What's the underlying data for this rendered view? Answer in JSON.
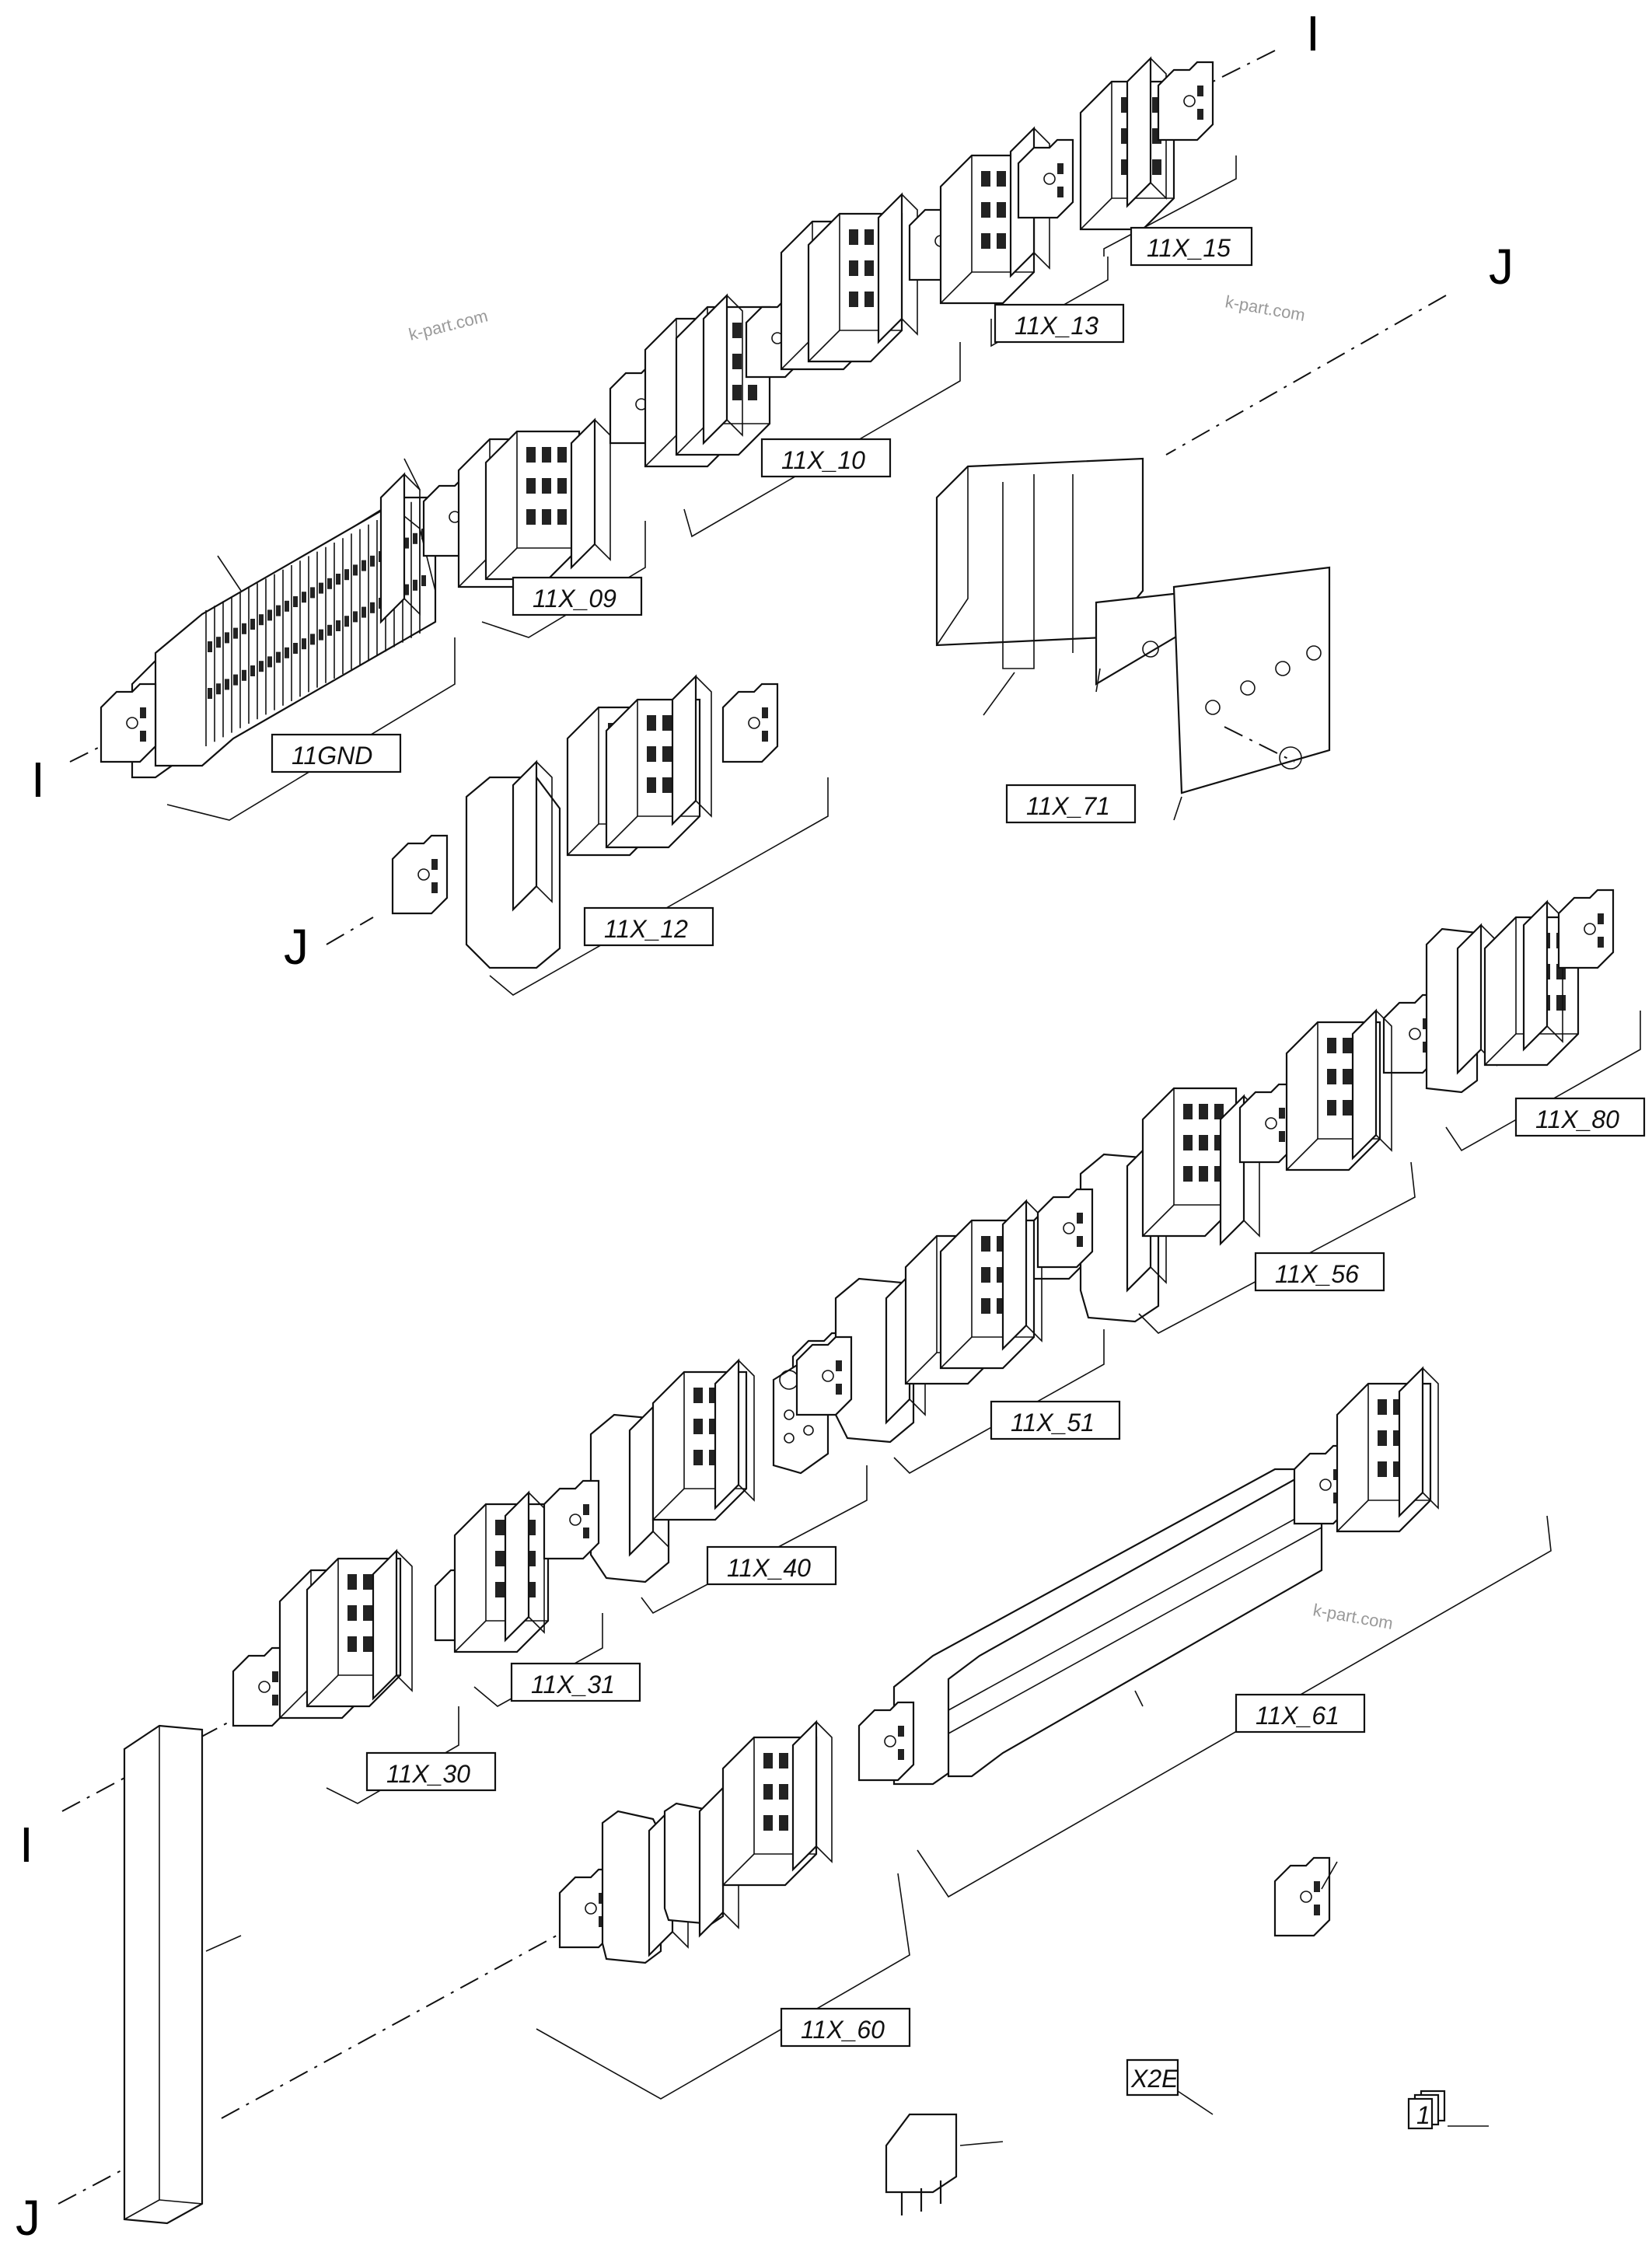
{
  "labels": {
    "l_15": "11X_15",
    "l_13": "11X_13",
    "l_10": "11X_10",
    "l_09": "11X_09",
    "l_gnd": "11GND",
    "l_12": "11X_12",
    "l_71": "11X_71",
    "l_80": "11X_80",
    "l_56": "11X_56",
    "l_51": "11X_51",
    "l_40": "11X_40",
    "l_31": "11X_31",
    "l_30": "11X_30",
    "l_61": "11X_61",
    "l_60": "11X_60",
    "x2e": "X2E",
    "tag": "1"
  },
  "section_marks": {
    "i_top": "I",
    "j_top": "J",
    "i_left": "I",
    "j_mid": "J",
    "i_low": "I",
    "j_bottom": "J"
  },
  "watermark": {
    "w1": "k-part.com",
    "w2": "k-part.com",
    "w3": "k-part.com"
  }
}
